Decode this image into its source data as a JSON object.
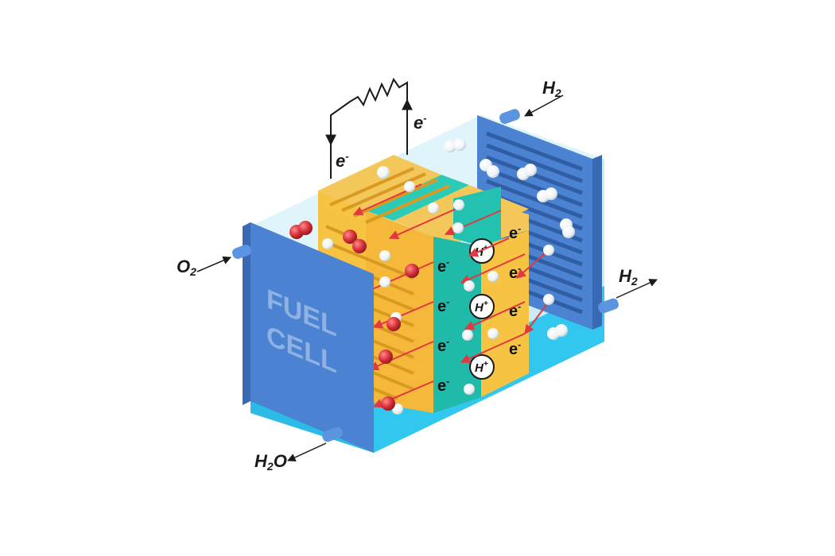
{
  "diagram": {
    "labels": {
      "o2": "O2",
      "h2_in": "H2",
      "h2_out": "H2",
      "h2o": "H2O",
      "electron": "e-",
      "proton": "H+"
    },
    "panel_text": [
      "FUEL",
      "CELL"
    ],
    "colors": {
      "end_plate": "#4b82d1",
      "end_plate_dark": "#3a69b3",
      "anode_layer": "#f6c343",
      "membrane": "#22c1b0",
      "tank_glass": "#bfe6f3",
      "oxygen": "#d8323c",
      "hydrogen": "#ffffff",
      "arrow": "#e2383f"
    },
    "icons": [
      "resistor-icon",
      "flow-arrow-icon"
    ]
  }
}
